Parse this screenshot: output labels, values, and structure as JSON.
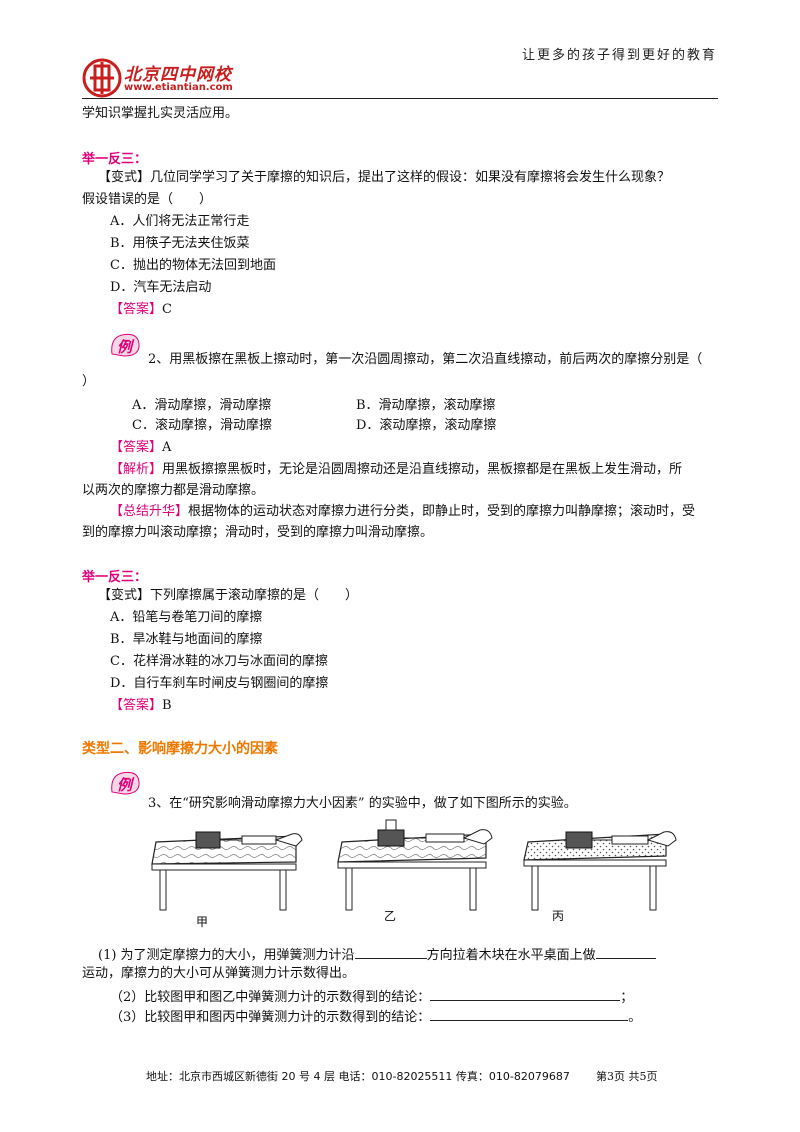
{
  "header": {
    "logo_cn": "北京四中网校",
    "logo_url": "www.etiantian.com",
    "slogan": "让更多的孩子得到更好的教育"
  },
  "intro_line": "学知识掌握扎实灵活应用。",
  "section1": {
    "heading": "举一反三：",
    "bracket_label": "【变式】",
    "question_l1": "几位同学学习了关于摩擦的知识后，提出了这样的假设：如果没有摩擦将会发生什么现象？",
    "question_l2": "假设错误的是（　　）",
    "options": [
      "A．人们将无法正常行走",
      "B．用筷子无法夹住饭菜",
      "C．抛出的物体无法回到地面",
      "D．汽车无法启动"
    ],
    "answer_label": "【答案】",
    "answer": "C"
  },
  "example2": {
    "badge": "例",
    "question_l1": "2、用黑板擦在黑板上擦动时，第一次沿圆周擦动，第二次沿直线擦动，前后两次的摩擦分别是（",
    "question_l2": "）",
    "options": [
      "A．滑动摩擦，滑动摩擦",
      "B．滑动摩擦，滚动摩擦",
      "C．滚动摩擦，滑动摩擦",
      "D．滚动摩擦，滚动摩擦"
    ],
    "answer_label": "【答案】",
    "answer": "A",
    "analysis_label": "【解析】",
    "analysis_l1": "用黑板擦擦黑板时，无论是沿圆周擦动还是沿直线擦动，黑板擦都是在黑板上发生滑动，所",
    "analysis_l2": "以两次的摩擦力都是滑动摩擦。",
    "summary_label": "【总结升华】",
    "summary_l1": "根据物体的运动状态对摩擦力进行分类，即静止时，受到的摩擦力叫静摩擦；滚动时，受",
    "summary_l2": "到的摩擦力叫滚动摩擦；滑动时，受到的摩擦力叫滑动摩擦。"
  },
  "section2": {
    "heading": "举一反三：",
    "bracket_label": "【变式】",
    "question": "下列摩擦属于滚动摩擦的是（　　）",
    "options": [
      "A．铅笔与卷笔刀间的摩擦",
      "B．旱冰鞋与地面间的摩擦",
      "C．花样滑冰鞋的冰刀与冰面间的摩擦",
      "D．自行车刹车时闸皮与钢圈间的摩擦"
    ],
    "answer_label": "【答案】",
    "answer": "B"
  },
  "type2": {
    "heading": "类型二、影响摩擦力大小的因素"
  },
  "example3": {
    "badge": "例",
    "question": "3、在“研究影响滑动摩擦力大小因素” 的实验中，做了如下图所示的实验。",
    "figure_labels": [
      "甲",
      "乙",
      "丙"
    ],
    "q1_a": "(1) 为了测定摩擦力的大小，用弹簧测力计沿",
    "q1_b": "方向拉着木块在水平桌面上做",
    "q1_c": "运动，摩擦力的大小可从弹簧测力计示数得出。",
    "q2": "（2）比较图甲和图乙中弹簧测力计的示数得到的结论：",
    "q2_end": "；",
    "q3": "（3）比较图甲和图丙中弹簧测力计的示数得到的结论：",
    "q3_end": "。"
  },
  "footer": {
    "address": "地址：北京市西城区新德街 20 号 4 层  电话：010-82025511  传真：010-82079687",
    "page": "第3页  共5页"
  },
  "colors": {
    "accent_pink": "#e0007a",
    "accent_orange": "#f07800",
    "logo_red": "#c81e1e"
  }
}
